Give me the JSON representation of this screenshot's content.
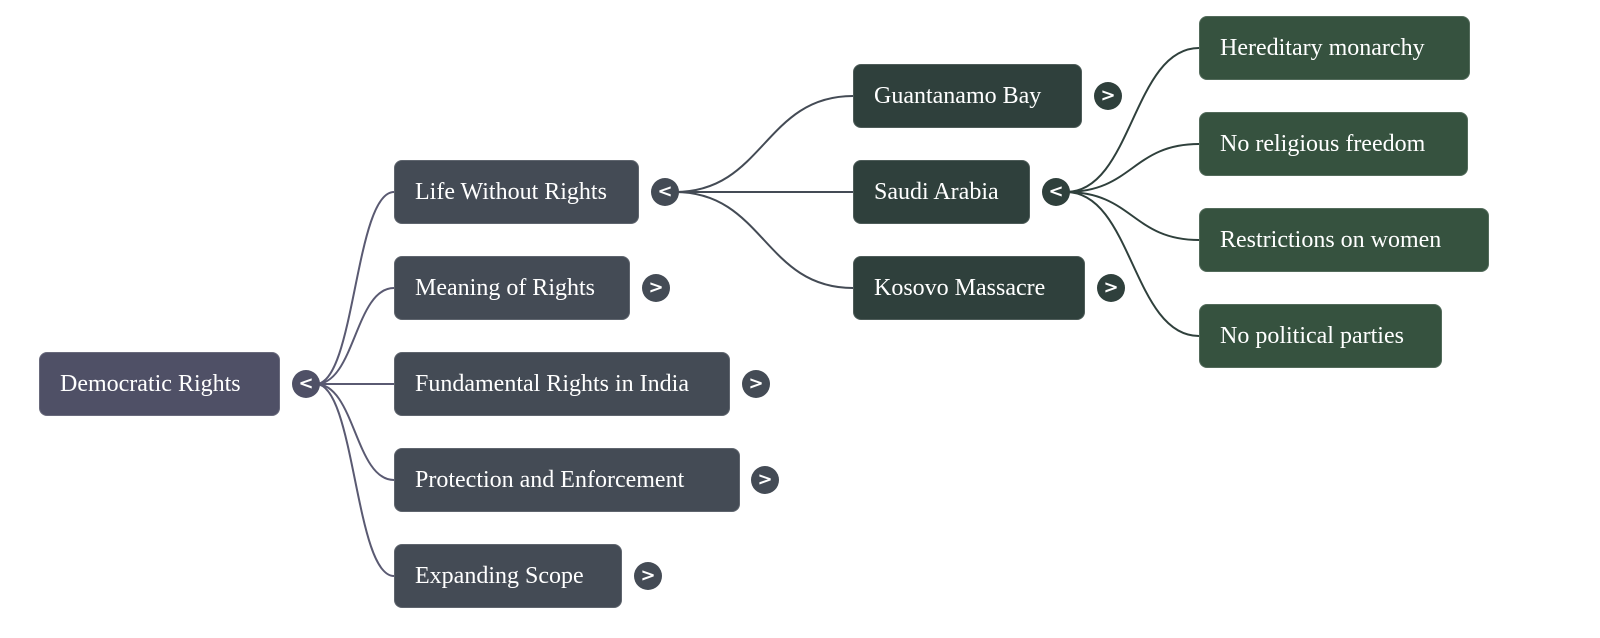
{
  "title": "Democratic Rights mind map",
  "colors": {
    "root": "#4f5066",
    "level1": "#444b55",
    "level2": "#2f403c",
    "level3": "#36523f",
    "link_root": "#5a5a72",
    "link_level1": "#444b55",
    "link_level2": "#2f403c"
  },
  "root": {
    "label": "Democratic Rights",
    "toggle": "<",
    "expanded": true,
    "children": [
      {
        "label": "Life Without Rights",
        "toggle": "<",
        "expanded": true,
        "children": [
          {
            "label": "Guantanamo Bay",
            "toggle": ">",
            "expanded": false
          },
          {
            "label": "Saudi Arabia",
            "toggle": "<",
            "expanded": true,
            "children": [
              {
                "label": "Hereditary monarchy"
              },
              {
                "label": "No religious freedom"
              },
              {
                "label": "Restrictions on women"
              },
              {
                "label": "No political parties"
              }
            ]
          },
          {
            "label": "Kosovo Massacre",
            "toggle": ">",
            "expanded": false
          }
        ]
      },
      {
        "label": "Meaning of Rights",
        "toggle": ">",
        "expanded": false
      },
      {
        "label": "Fundamental Rights in India",
        "toggle": ">",
        "expanded": false
      },
      {
        "label": "Protection and Enforcement",
        "toggle": ">",
        "expanded": false
      },
      {
        "label": "Expanding Scope",
        "toggle": ">",
        "expanded": false
      }
    ]
  }
}
